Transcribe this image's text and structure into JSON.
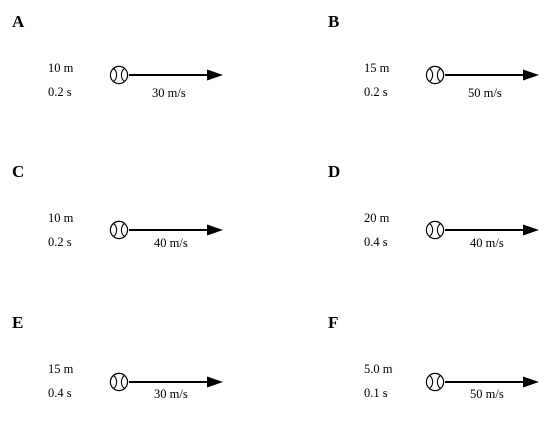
{
  "panels": [
    {
      "letter": "A",
      "distance": "10 m",
      "time": "0.2 s",
      "speed": "30 m/s"
    },
    {
      "letter": "B",
      "distance": "15 m",
      "time": "0.2 s",
      "speed": "50 m/s"
    },
    {
      "letter": "C",
      "distance": "10 m",
      "time": "0.2 s",
      "speed": "40 m/s"
    },
    {
      "letter": "D",
      "distance": "20 m",
      "time": "0.4 s",
      "speed": "40 m/s"
    },
    {
      "letter": "E",
      "distance": "15 m",
      "time": "0.4 s",
      "speed": "30 m/s"
    },
    {
      "letter": "F",
      "distance": "5.0 m",
      "time": "0.1 s",
      "speed": "50 m/s"
    }
  ],
  "icons": {
    "ball": "tennis-ball-icon",
    "arrow": "velocity-arrow-icon"
  },
  "colors": {
    "ink": "#000000",
    "background": "#ffffff"
  }
}
